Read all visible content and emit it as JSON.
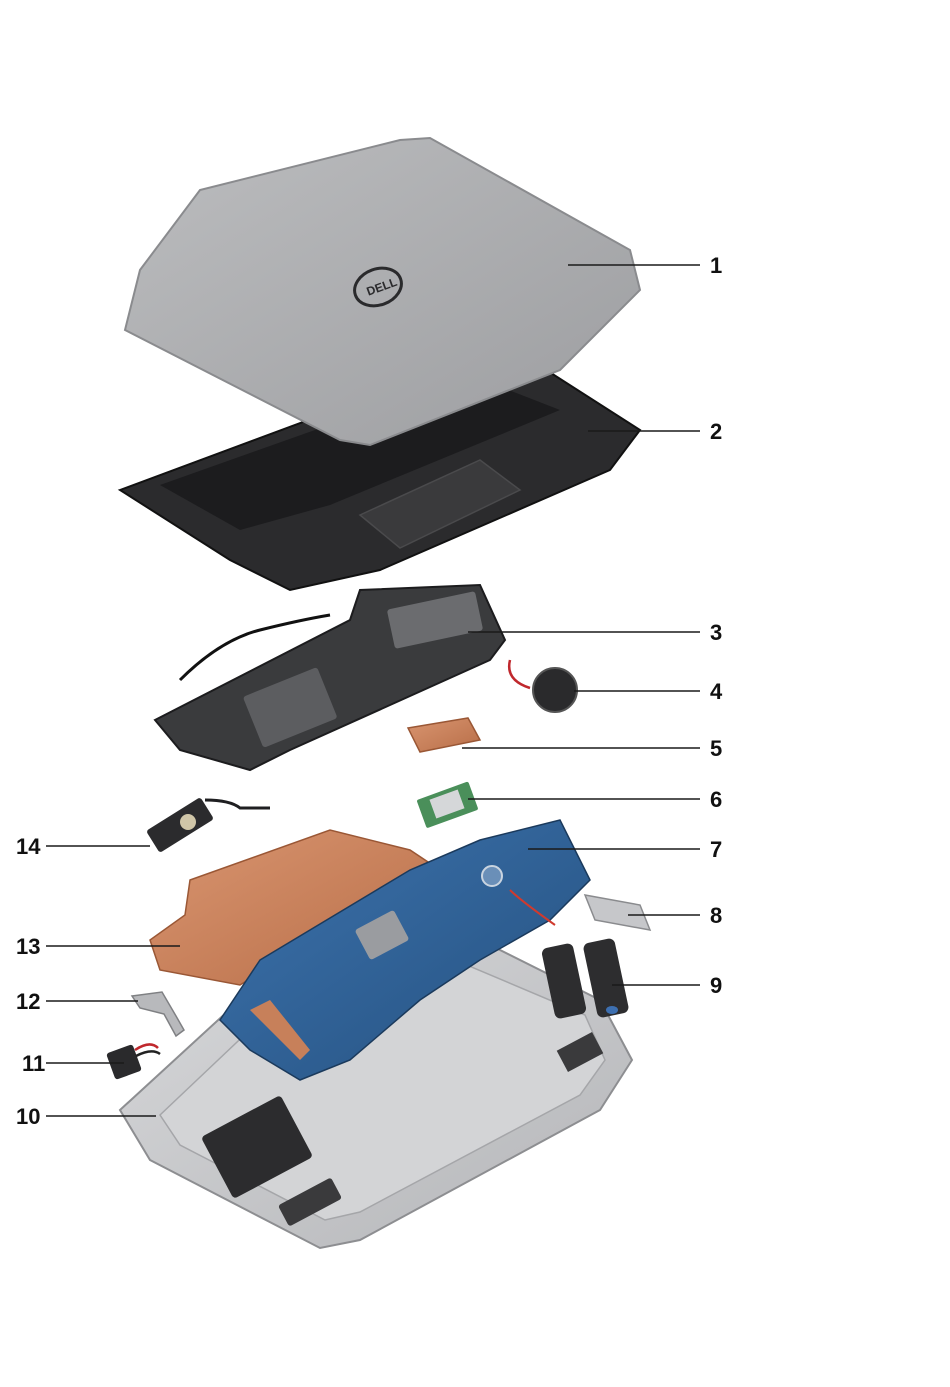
{
  "diagram": {
    "callouts": [
      {
        "id": "1",
        "label": "1"
      },
      {
        "id": "2",
        "label": "2"
      },
      {
        "id": "3",
        "label": "3"
      },
      {
        "id": "4",
        "label": "4"
      },
      {
        "id": "5",
        "label": "5"
      },
      {
        "id": "6",
        "label": "6"
      },
      {
        "id": "7",
        "label": "7"
      },
      {
        "id": "8",
        "label": "8"
      },
      {
        "id": "9",
        "label": "9"
      },
      {
        "id": "10",
        "label": "10"
      },
      {
        "id": "11",
        "label": "11"
      },
      {
        "id": "12",
        "label": "12"
      },
      {
        "id": "13",
        "label": "13"
      },
      {
        "id": "14",
        "label": "14"
      }
    ],
    "colors": {
      "display_cover": "#a9aaac",
      "palmrest": "#2b2b2d",
      "battery": "#3a3b3d",
      "copper": "#c7805a",
      "board": "#2e5f94",
      "base": "#c9cacc",
      "leader": "#1a1a1a"
    }
  }
}
